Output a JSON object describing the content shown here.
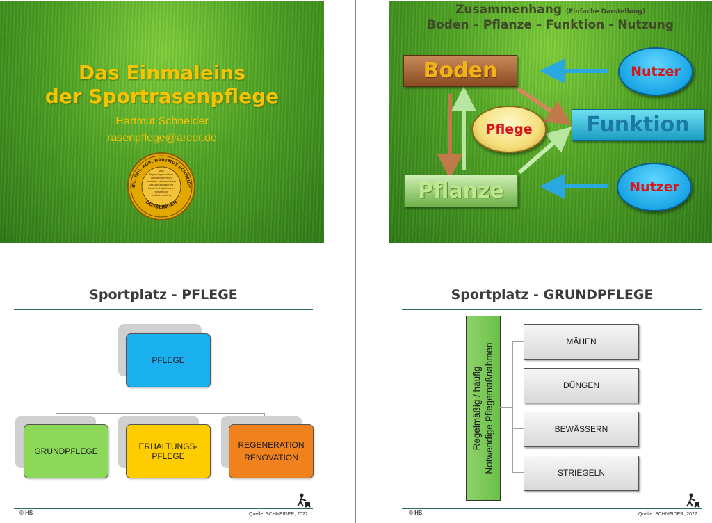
{
  "slide1": {
    "title_line1": "Das Einmaleins",
    "title_line2": "der Sportrasenpflege",
    "author": "Hartmut Schneider",
    "email": "rasenpflege@arcor.de",
    "seal_ring_text": "DIPL. ING. AGR. HARTMUT SCHNEIDER",
    "seal_bottom_text": "DUSSLINGEN",
    "seal_center_lines": [
      "Vom",
      "Regierungspräsidium",
      "Tübingen öffentlich",
      "bestellter und vereidigter",
      "Sachverständiger für",
      "Haus- und Sportrasen -",
      "Herstellung",
      "und Unterhaltung"
    ]
  },
  "slide2": {
    "heading_main": "Zusammenhang",
    "heading_small": "(Einfache Darstellung)",
    "heading_line2": "Boden – Pflanze – Funktion - Nutzung",
    "boden": "Boden",
    "pflanze": "Pflanze",
    "funktion": "Funktion",
    "pflege": "Pflege",
    "nutzer_top": "Nutzer",
    "nutzer_bottom": "Nutzer"
  },
  "slide3": {
    "title": "Sportplatz - PFLEGE",
    "root": "PFLEGE",
    "child1": "GRUNDPFLEGE",
    "child2_line1": "ERHALTUNGS-",
    "child2_line2": "PFLEGE",
    "child3_line1": "REGENERATION",
    "child3_line2": "RENOVATION",
    "footer_left": "© HS",
    "footer_right": "Quelle: SCHNEIDER, 2022",
    "colors": {
      "root": "#1ab0f0",
      "child1": "#8cd95a",
      "child2": "#ffcc00",
      "child3": "#f0821e"
    }
  },
  "slide4": {
    "title": "Sportplatz - GRUNDPFLEGE",
    "bar_line1": "Regelmäßig / häufig",
    "bar_line2": "Notwendige Pflegemaßnahmen",
    "tasks": [
      "MÄHEN",
      "DÜNGEN",
      "BEWÄSSERN",
      "STRIEGELN"
    ],
    "footer_left": "© HS",
    "footer_right": "Quelle: SCHNEIDER, 2022"
  }
}
